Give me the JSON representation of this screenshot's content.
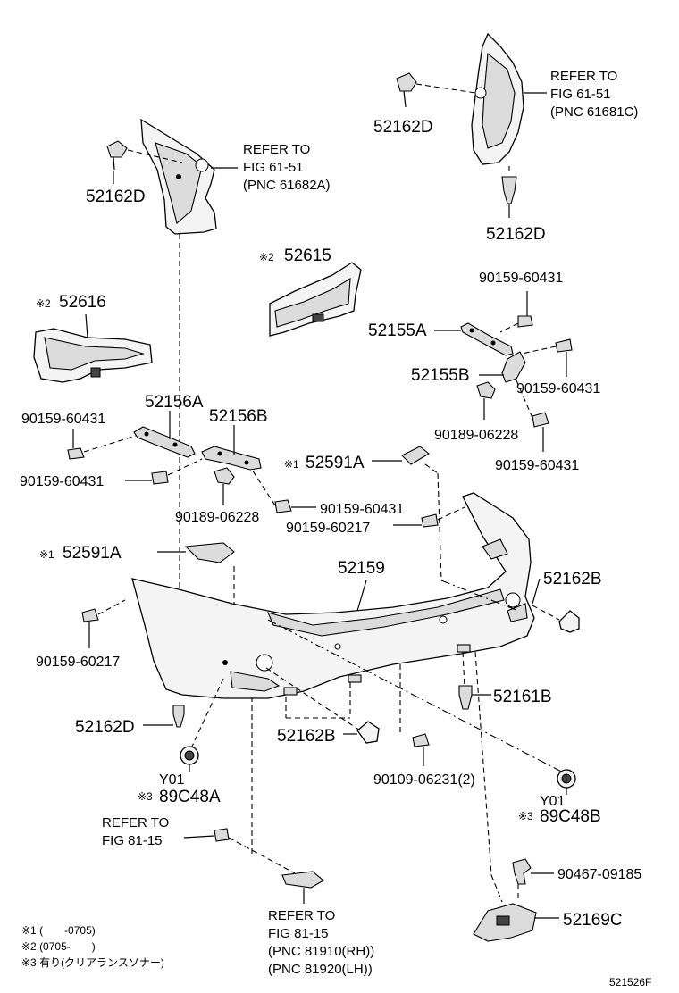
{
  "labels": {
    "p52162D_a": "52162D",
    "p52162D_b": "52162D",
    "p52162D_c": "52162D",
    "p52162D_d": "52162D",
    "refer_upper_left": [
      "REFER TO",
      "FIG 61-51",
      "(PNC 61682A)"
    ],
    "refer_upper_right": [
      "REFER TO",
      "FIG 61-51",
      "(PNC 61681C)"
    ],
    "p52615": "52615",
    "p52616": "52616",
    "p52155A": "52155A",
    "p52155B": "52155B",
    "p52156A": "52156A",
    "p52156B": "52156B",
    "bolt_60431_a": "90159-60431",
    "bolt_60431_b": "90159-60431",
    "bolt_60431_c": "90159-60431",
    "bolt_60431_d": "90159-60431",
    "bolt_60431_e": "90159-60431",
    "bolt_60431_f": "90159-60431",
    "clip_06228_a": "90189-06228",
    "clip_06228_b": "90189-06228",
    "p52591A_a": "52591A",
    "p52591A_b": "52591A",
    "bolt_60217_a": "90159-60217",
    "bolt_60217_b": "90159-60217",
    "p52159": "52159",
    "p52162B_a": "52162B",
    "p52162B_b": "52162B",
    "p52161B": "52161B",
    "bolt_06231": "90109-06231(2)",
    "y01_a": "Y01",
    "y01_b": "Y01",
    "p89C48A": "89C48A",
    "p89C48B": "89C48B",
    "refer_fig81_a": [
      "REFER TO",
      "FIG 81-15"
    ],
    "refer_fig81_b": [
      "REFER TO",
      "FIG 81-15",
      "(PNC 81910(RH))",
      "(PNC 81920(LH))"
    ],
    "clip_09185": "90467-09185",
    "p52169C": "52169C",
    "mark1": "※1",
    "mark2": "※2",
    "mark3": "※3",
    "notes": [
      "※1 (　　-0705)",
      "※2 (0705-　　)",
      "※3 有り(クリアランスソナー)"
    ],
    "drawing_no": "521526F"
  }
}
